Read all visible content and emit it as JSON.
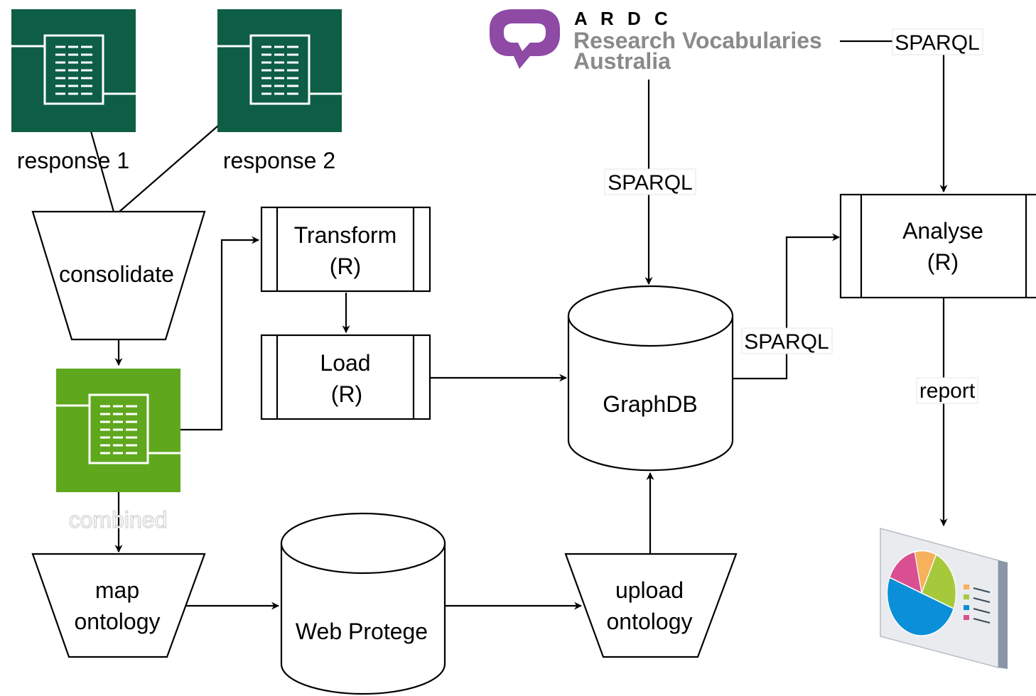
{
  "diagram": {
    "files": {
      "response_1": "response 1",
      "response_2": "response 2",
      "combined": "combined"
    },
    "steps": {
      "consolidate": "consolidate",
      "map_ontology": [
        "map",
        "ontology"
      ],
      "upload_ontology": [
        "upload",
        "ontology"
      ],
      "transform": [
        "Transform",
        "(R)"
      ],
      "load": [
        "Load",
        "(R)"
      ],
      "analyse": [
        "Analyse",
        "(R)"
      ]
    },
    "stores": {
      "graphdb": "GraphDB",
      "web_protege": "Web Protege"
    },
    "logo": {
      "org": "A R D C",
      "line1": "Research Vocabularies",
      "line2": "Australia"
    },
    "edge_labels": {
      "rva_to_graphdb": "SPARQL",
      "rva_to_analyse": "SPARQL",
      "graphdb_to_analyse": "SPARQL",
      "analyse_to_report": "report"
    },
    "icons": {
      "spreadsheet": "spreadsheet-icon",
      "report": "pie-chart-report-icon",
      "logo": "ardc-speech-bubble-logo"
    },
    "colors": {
      "response_fill": "#0d5e45",
      "combined_fill": "#5fa81e",
      "logo_purple": "#8e4aa5",
      "logo_gray": "#8a8a8a",
      "pie_blue": "#0a8fd8",
      "pie_green": "#a6c93c",
      "pie_orange": "#f7b05b",
      "pie_pink": "#d94f91"
    }
  }
}
